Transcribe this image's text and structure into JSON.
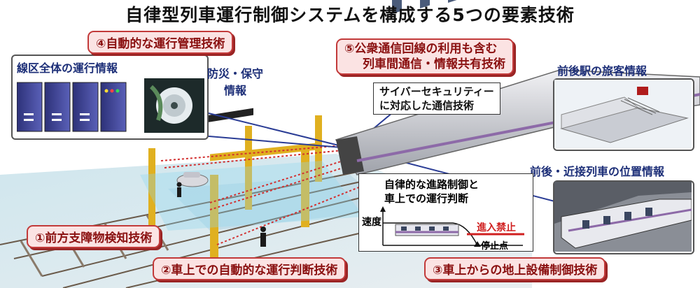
{
  "title": "自律型列車運行制御システムを構成する5つの要素技術",
  "elements": {
    "tech4": "④自動的な運行管理技術",
    "tech5_line1": "⑤公衆通信回線の利用も含む",
    "tech5_line2": "列車間通信・情報共有技術",
    "tech1": "①前方支障物検知技術",
    "tech2": "②車上での自動的な運行判断技術",
    "tech3": "③車上からの地上設備制御技術"
  },
  "info": {
    "line_operation": "線区全体の運行情報",
    "disaster_line1": "防災・保守",
    "disaster_line2": "情報",
    "station_passenger": "前後駅の旅客情報",
    "train_position": "前後・近接列車の位置情報"
  },
  "callouts": {
    "cyber_line1": "サイバーセキュリティー",
    "cyber_line2": "に対応した通信技術",
    "route_line1": "自律的な進路制御と",
    "route_line2": "車上での運行判断",
    "speed_label": "速度",
    "no_entry": "進入禁止",
    "stop_point": "停止点"
  },
  "colors": {
    "accent_red": "#c23a3a",
    "label_blue": "#1d2f78",
    "server_blue": "#3a3f8f"
  }
}
